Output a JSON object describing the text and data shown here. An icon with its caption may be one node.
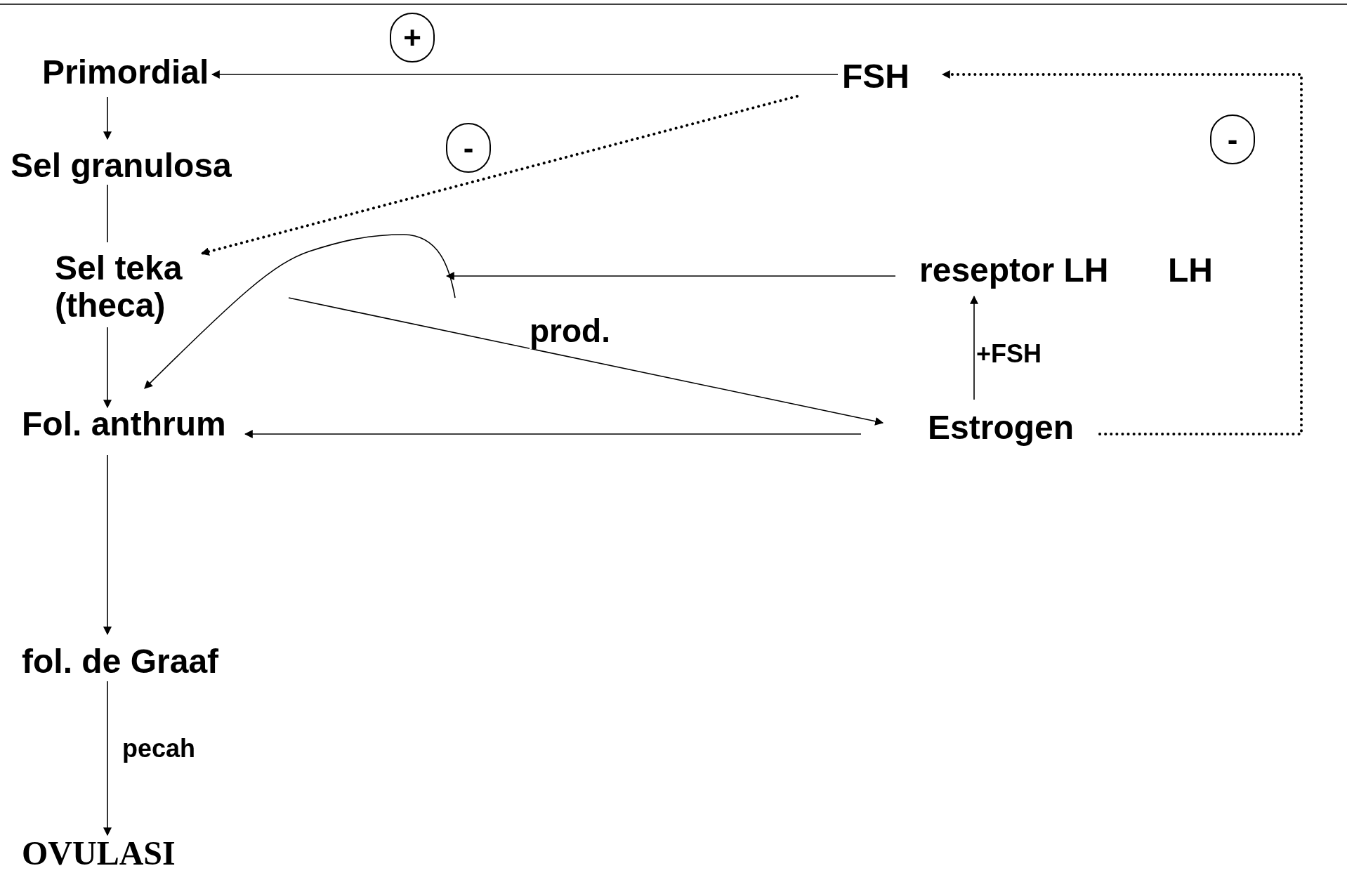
{
  "diagram": {
    "nodes": [
      {
        "text": [
          "Primordial"
        ]
      },
      {
        "text": [
          "Sel granulosa"
        ]
      },
      {
        "text": [
          "Sel teka (theca)"
        ]
      },
      {
        "text": [
          "Fol. anthrum"
        ]
      },
      {
        "text": [
          "fol. de Graaf"
        ]
      },
      {
        "text": [
          "OVULASI"
        ]
      },
      {
        "text": [
          "FSH"
        ]
      },
      {
        "text": [
          "reseptor LH"
        ]
      },
      {
        "text": [
          "LH"
        ]
      },
      {
        "text": [
          "Estrogen"
        ]
      },
      {
        "text": [
          "+"
        ]
      },
      {
        "text": [
          "-"
        ]
      },
      {
        "text": [
          "-"
        ]
      }
    ],
    "edges": [
      {
        "from": 6,
        "to": 0,
        "arrow": "to"
      },
      {
        "from": 0,
        "to": 1,
        "arrow": "to"
      },
      {
        "from": 1,
        "to": 2,
        "arrow": "none"
      },
      {
        "from": 2,
        "to": 3,
        "arrow": "to"
      },
      {
        "from": 3,
        "to": 4,
        "arrow": "to"
      },
      {
        "from": 4,
        "to": 5,
        "arrow": "to",
        "label": "pecah"
      },
      {
        "from": 6,
        "to": 2,
        "arrow": "to",
        "style": "dashed"
      },
      {
        "from": 9,
        "to": 6,
        "arrow": "to",
        "style": "dashed"
      },
      {
        "from": 7,
        "to": null,
        "arrow": "to"
      },
      {
        "from": null,
        "to": 3,
        "arrow": "to"
      },
      {
        "from": 2,
        "to": 9,
        "arrow": "to",
        "label": "prod."
      },
      {
        "from": 9,
        "to": 3,
        "arrow": "to"
      },
      {
        "from": 9,
        "to": 7,
        "arrow": "to",
        "label": "+FSH"
      }
    ]
  }
}
